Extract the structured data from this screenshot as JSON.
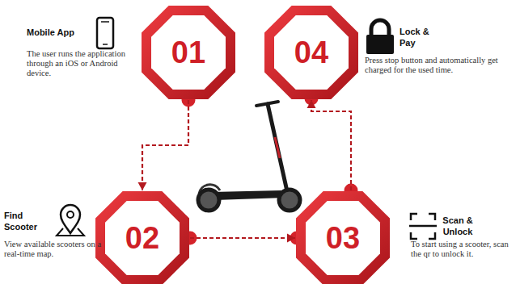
{
  "diagram": {
    "nodes": [
      {
        "text": [
          "01"
        ]
      },
      {
        "text": [
          "02"
        ]
      },
      {
        "text": [
          "03"
        ]
      },
      {
        "text": [
          "04"
        ]
      }
    ],
    "edges": [
      {
        "from": 0,
        "to": 1,
        "arrow": "to"
      },
      {
        "from": 1,
        "to": 2,
        "arrow": "to"
      },
      {
        "from": 2,
        "to": 3,
        "arrow": "to"
      }
    ],
    "labels": [
      "Mobile App",
      "The user runs the application through an iOS or Android device.",
      "Lock & Pay",
      "Press stop button and automatically get charged for the used time.",
      "Find Scooter",
      "View available scooters on a real-time map.",
      "Scan & Unlock",
      "To start using a scooter, scan the qr to unlock it."
    ]
  }
}
